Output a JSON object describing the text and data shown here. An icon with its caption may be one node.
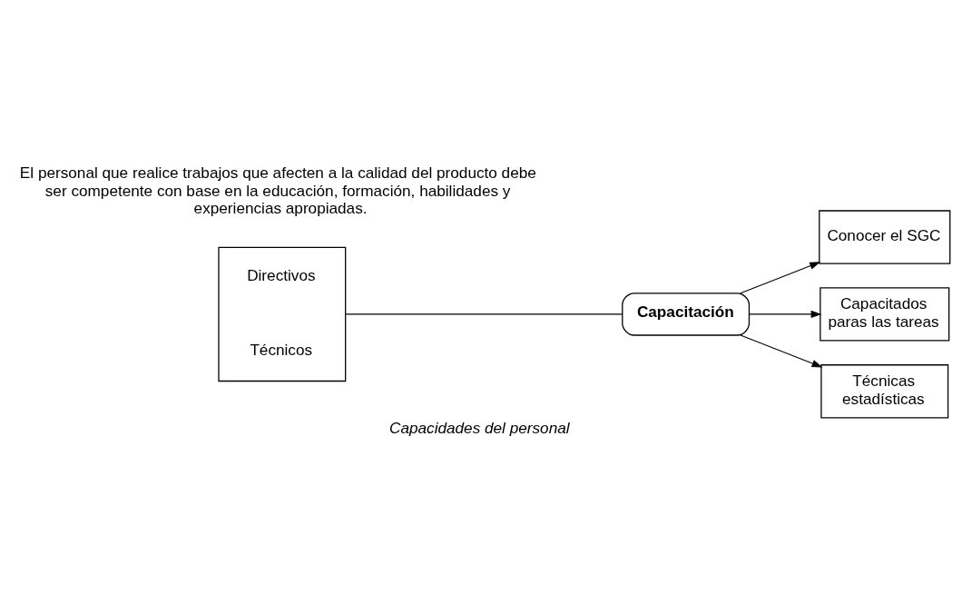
{
  "diagram": {
    "caption": "Capacidades del personal",
    "nodes": [
      {
        "text": [
          "Directivos",
          "Técnicos"
        ]
      },
      {
        "text": [
          "Capacitación"
        ]
      },
      {
        "text": [
          "Conocer el SGC"
        ]
      },
      {
        "text": [
          "Capacitados paras las tareas"
        ]
      },
      {
        "text": [
          "Técnicas estadísticas"
        ]
      }
    ],
    "edges": [
      {
        "from": 0,
        "to": 1,
        "arrow": "none"
      },
      {
        "from": 1,
        "to": 2,
        "arrow": "to"
      },
      {
        "from": 1,
        "to": 3,
        "arrow": "to"
      },
      {
        "from": 1,
        "to": 4,
        "arrow": "to"
      }
    ],
    "labels": [
      "El personal que realice trabajos que afecten a la calidad del producto debe ser competente con base en la educación, formación, habilidades y experiencias apropiadas."
    ]
  }
}
